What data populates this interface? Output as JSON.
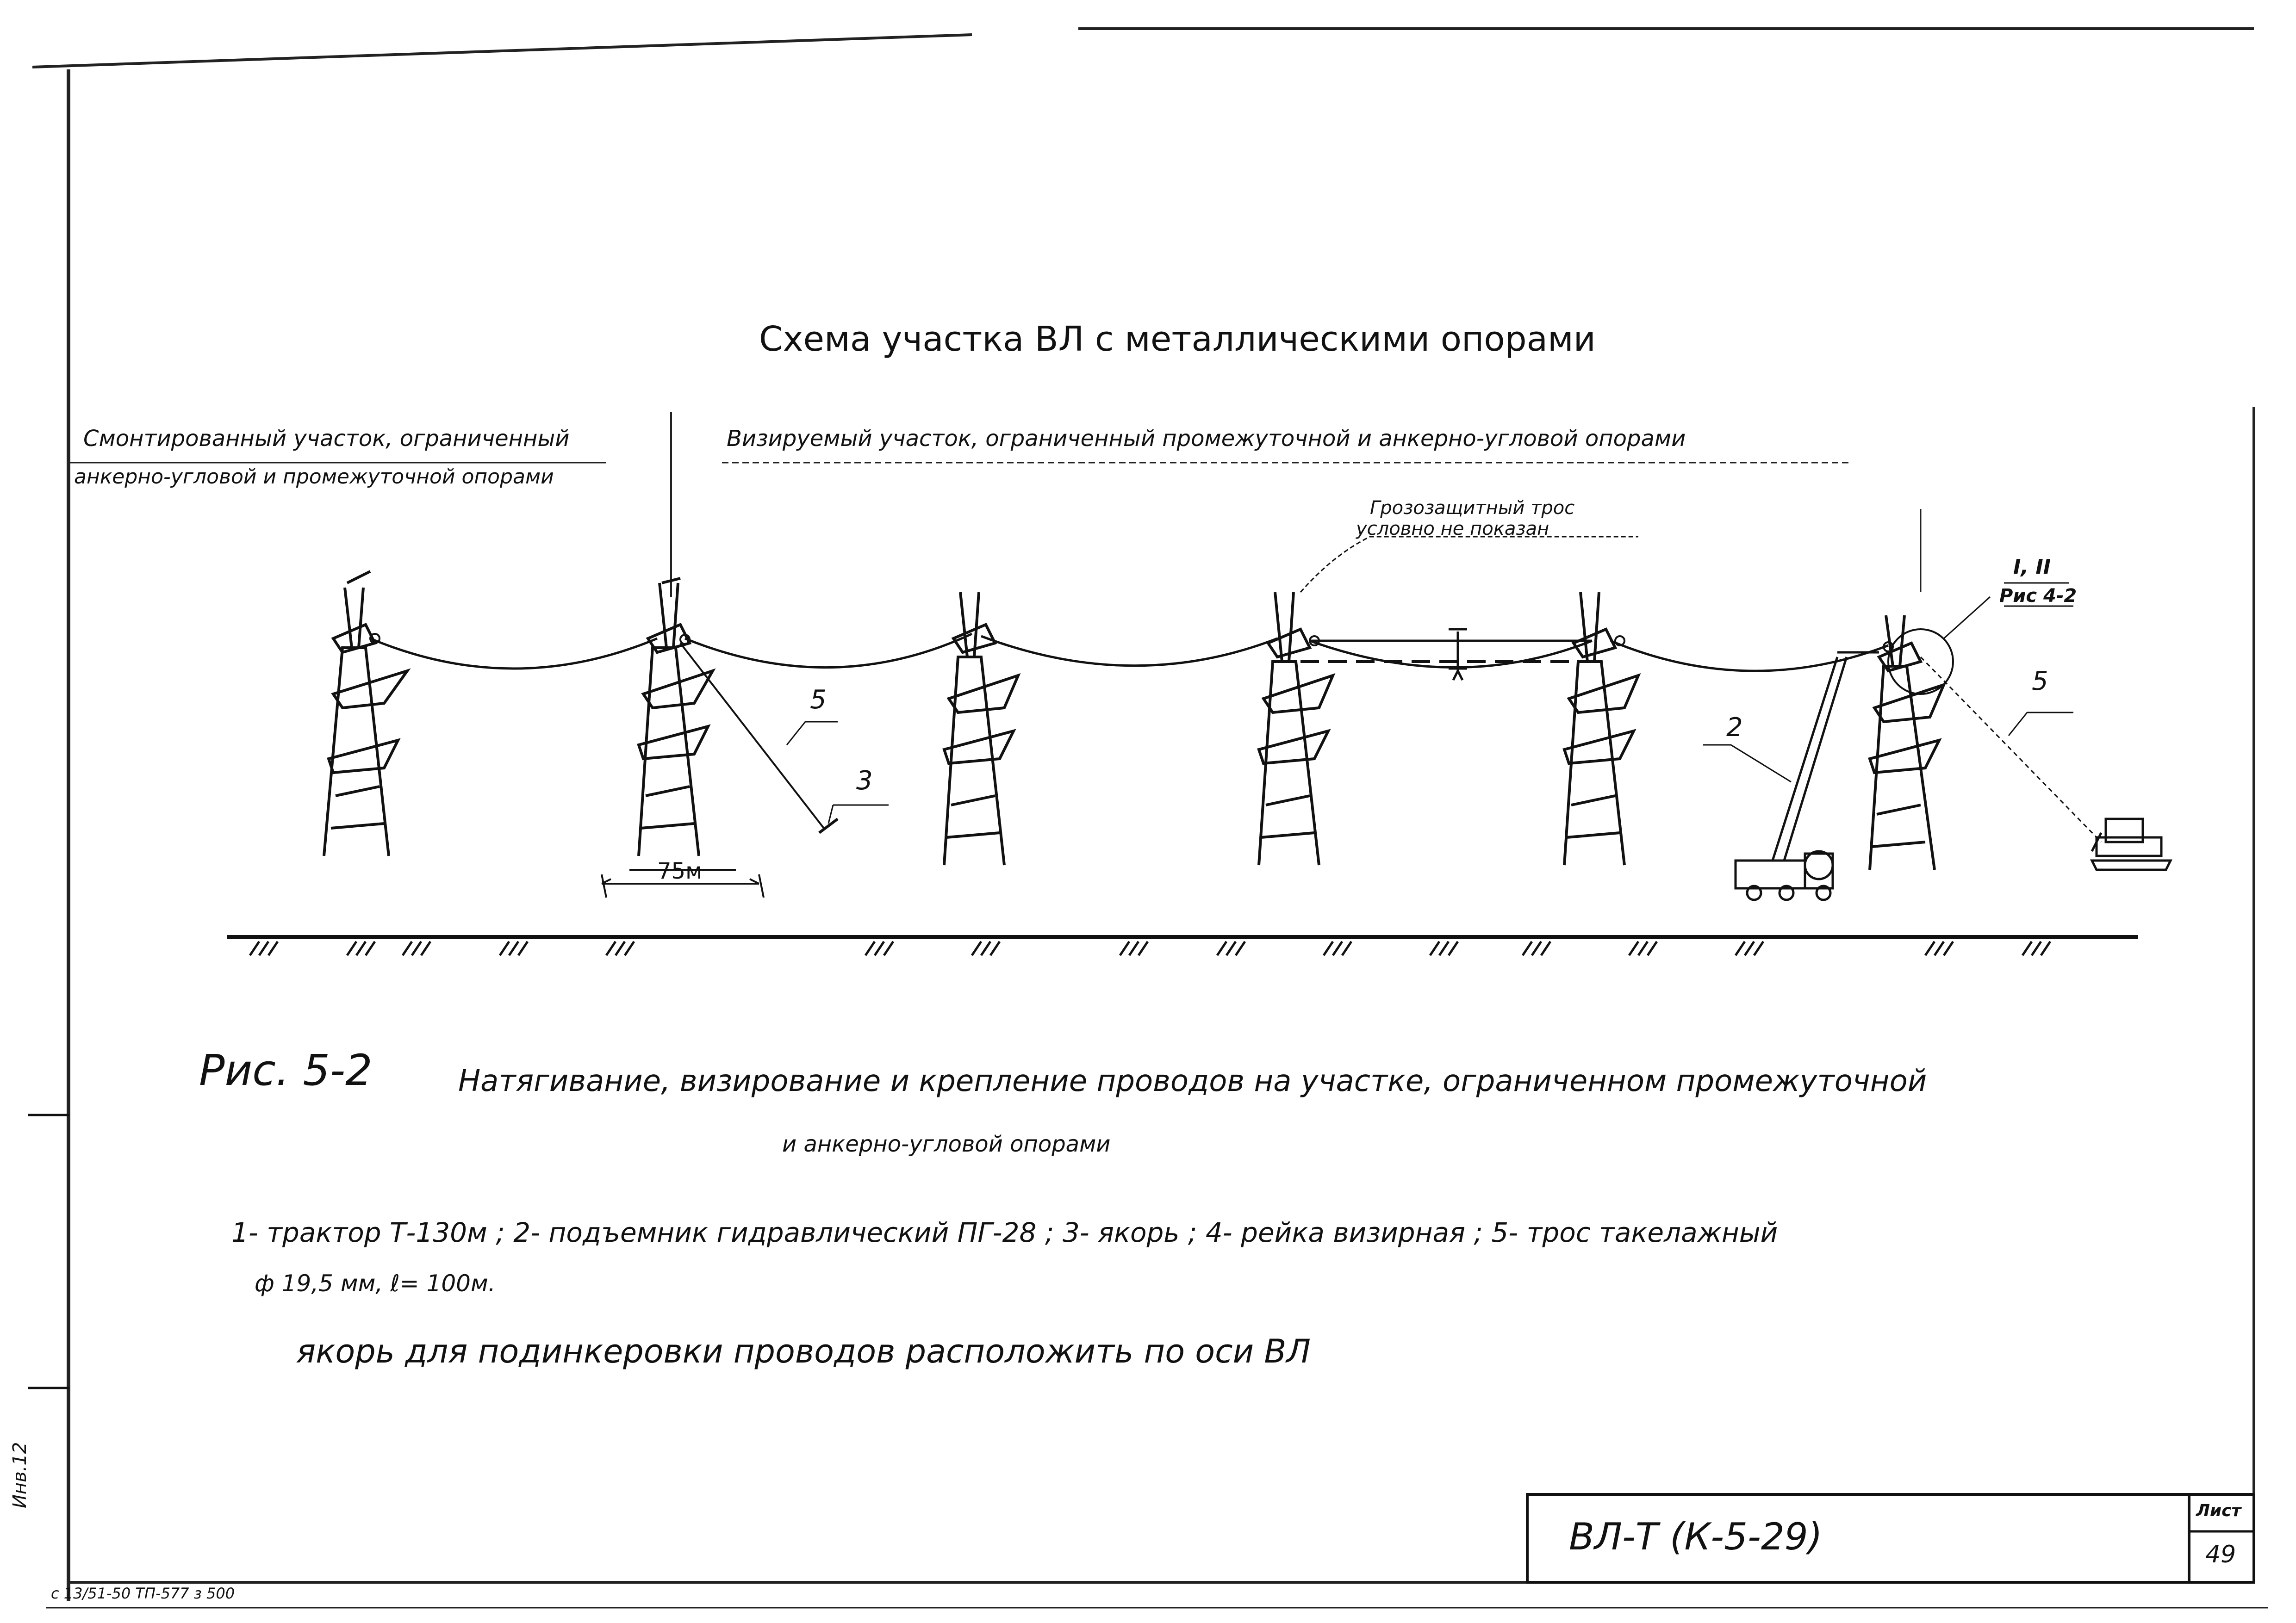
{
  "title": "Схема участка ВЛ с металлическими опорами",
  "section_left": {
    "line1": "Смонтированный участок, ограниченный",
    "line2": "анкерно-угловой и промежуточной опорами"
  },
  "section_right": "Визируемый участок, ограниченный промежуточной и анкерно-угловой опорами",
  "annotations": {
    "ground_wire_line1": "Грозозащитный трос",
    "ground_wire_line2": "условно не показан",
    "callout_5_left": "5",
    "callout_3": "3",
    "callout_2": "2",
    "callout_5_right": "5",
    "dimension_75m": "75м",
    "ref_roman": "I, II",
    "ref_fig": "Рис 4-2"
  },
  "caption": {
    "fig_number": "Рис. 5-2",
    "line1": "Натягивание, визирование и крепление проводов на участке, ограниченном промежуточной",
    "line2": "и анкерно-угловой опорами"
  },
  "legend": {
    "line1": "1- трактор Т-130м ; 2- подъемник гидравлический ПГ-28 ; 3- якорь ; 4- рейка визирная ; 5- трос такелажный",
    "line2": "ф 19,5 мм, ℓ= 100м."
  },
  "note": "якорь для подинкеровки проводов расположить по оси ВЛ",
  "stamp": {
    "code": "ВЛ-Т (К-5-29)",
    "sheet_label": "Лист",
    "sheet_number": "49"
  },
  "margin_text": {
    "bottom_left": "с 13/51-50 ТП-577 з 500",
    "side_vertical": "Инв.12"
  }
}
